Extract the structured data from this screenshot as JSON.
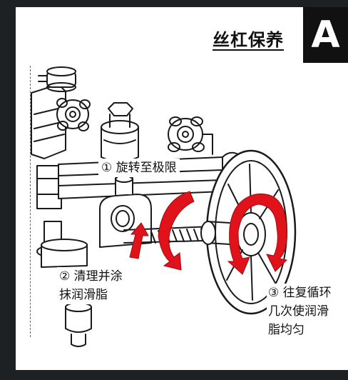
{
  "header": {
    "title": "丝杠保养",
    "badge": "A"
  },
  "steps": [
    {
      "lines": [
        "① 旋转至极限"
      ]
    },
    {
      "lines": [
        "② 清理并涂",
        "抹润滑脂"
      ]
    },
    {
      "lines": [
        "③ 往复循环",
        "几次使润滑",
        "脂均匀"
      ]
    }
  ],
  "colors": {
    "arrow_red": "#e0121a",
    "line_art": "#1a1a1a",
    "frame": "#1e2124"
  }
}
